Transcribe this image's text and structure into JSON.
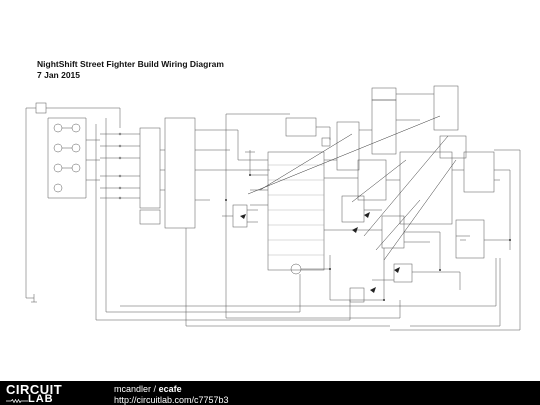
{
  "diagram": {
    "title": "NightShift Street Fighter Build Wiring Diagram",
    "date": "7 Jan 2015"
  },
  "footer": {
    "logo_top": "CIRCUIT",
    "logo_bottom": "LAB",
    "author": "mcandler",
    "separator": "/",
    "project": "ecafe",
    "url": "http://circuitlab.com/c7757b3"
  }
}
